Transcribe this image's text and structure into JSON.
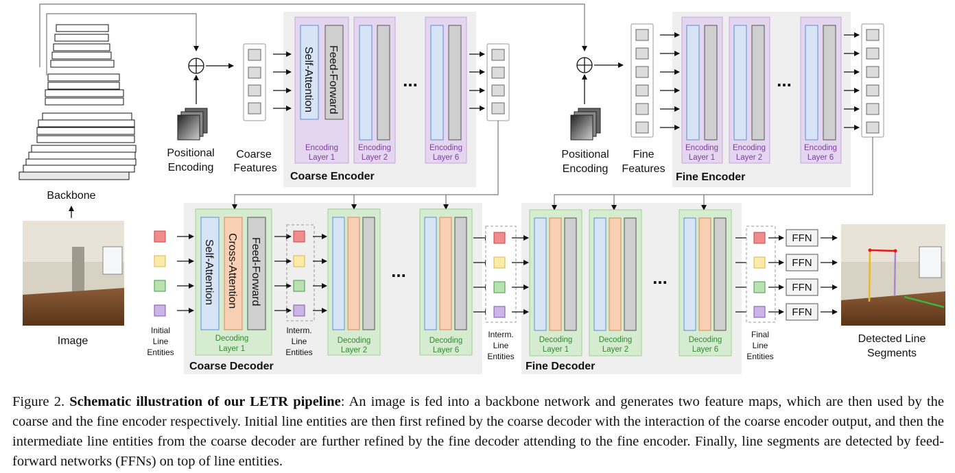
{
  "labels": {
    "backbone": "Backbone",
    "image": "Image",
    "pos_enc_1a": "Positional",
    "pos_enc_1b": "Encoding",
    "coarse_feat_a": "Coarse",
    "coarse_feat_b": "Features",
    "pos_enc_2a": "Positional",
    "pos_enc_2b": "Encoding",
    "fine_feat_a": "Fine",
    "fine_feat_b": "Features",
    "coarse_encoder": "Coarse Encoder",
    "fine_encoder": "Fine Encoder",
    "coarse_decoder": "Coarse Decoder",
    "fine_decoder": "Fine Decoder",
    "self_attention": "Self-Attention",
    "feed_forward": "Feed-Forward",
    "cross_attention": "Cross-Attention",
    "enc_layer_word": "Encoding",
    "enc_layer1": "Layer 1",
    "enc_layer2": "Layer 2",
    "enc_layer6": "Layer 6",
    "dec_layer_word": "Decoding",
    "dec_layer1": "Layer 1",
    "dec_layer2": "Layer 2",
    "dec_layer6": "Layer 6",
    "initial_a": "Initial",
    "initial_b": "Line",
    "initial_c": "Entities",
    "interm_a": "Interm.",
    "interm_b": "Line",
    "interm_c": "Entities",
    "final_a": "Final",
    "final_b": "Line",
    "final_c": "Entities",
    "ffn": "FFN",
    "detected_a": "Detected Line",
    "detected_b": "Segments",
    "ellipsis": "..."
  },
  "caption": {
    "prefix": "Figure 2. ",
    "bold": "Schematic illustration of our LETR pipeline",
    "rest": ": An image is fed into a backbone network and generates two feature maps, which are then used by the coarse and the fine encoder respectively. Initial line entities are then first refined by the coarse decoder with the interaction of the coarse encoder output, and then the intermediate line entities from the coarse decoder are further refined by the fine decoder attending to the fine encoder. Finally, line segments are detected by feed-forward networks (FFNs) on top of line entities."
  },
  "colors": {
    "panel_bg": "#efefef",
    "encoder_layer": "#e4d6ee",
    "encoder_border": "#c9a7dd",
    "decoder_layer": "#d6ecd0",
    "decoder_border": "#9fd18f",
    "attention_bar": "#d6e4f5",
    "attention_border": "#5b8fd6",
    "cross_bar": "#f8cfb2",
    "cross_border": "#d98a55",
    "ff_bar": "#cfcfcf",
    "entity_red": "#f08c8c",
    "entity_yellow": "#fbeaa8",
    "entity_green": "#b8e3b0",
    "entity_purple": "#cdb4e8"
  }
}
